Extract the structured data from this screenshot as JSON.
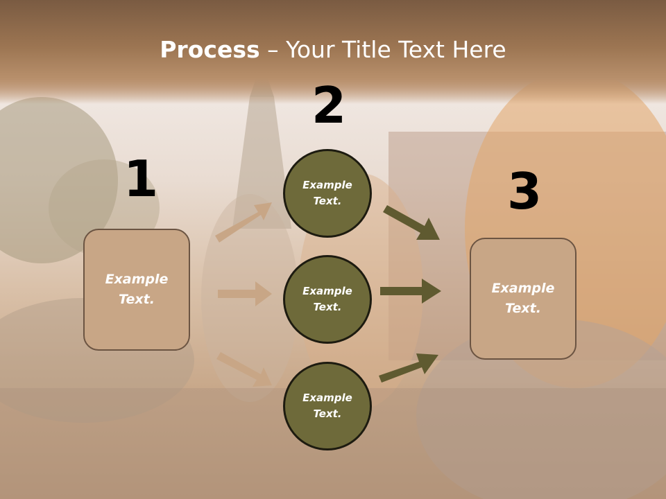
{
  "title": {
    "bold": "Process",
    "rest": " – Your Title Text Here"
  },
  "numbers": {
    "one": "1",
    "two": "2",
    "three": "3"
  },
  "left_box": {
    "line1": "Example",
    "line2": "Text."
  },
  "right_box": {
    "line1": "Example",
    "line2": "Text."
  },
  "circles": [
    {
      "line1": "Example",
      "line2": "Text."
    },
    {
      "line1": "Example",
      "line2": "Text."
    },
    {
      "line1": "Example",
      "line2": "Text."
    }
  ],
  "colors": {
    "box_fill": "#c8a686",
    "circle_fill": "#6e6a3a",
    "left_arrows": "#c8a686",
    "right_arrows": "#5f5a30"
  }
}
